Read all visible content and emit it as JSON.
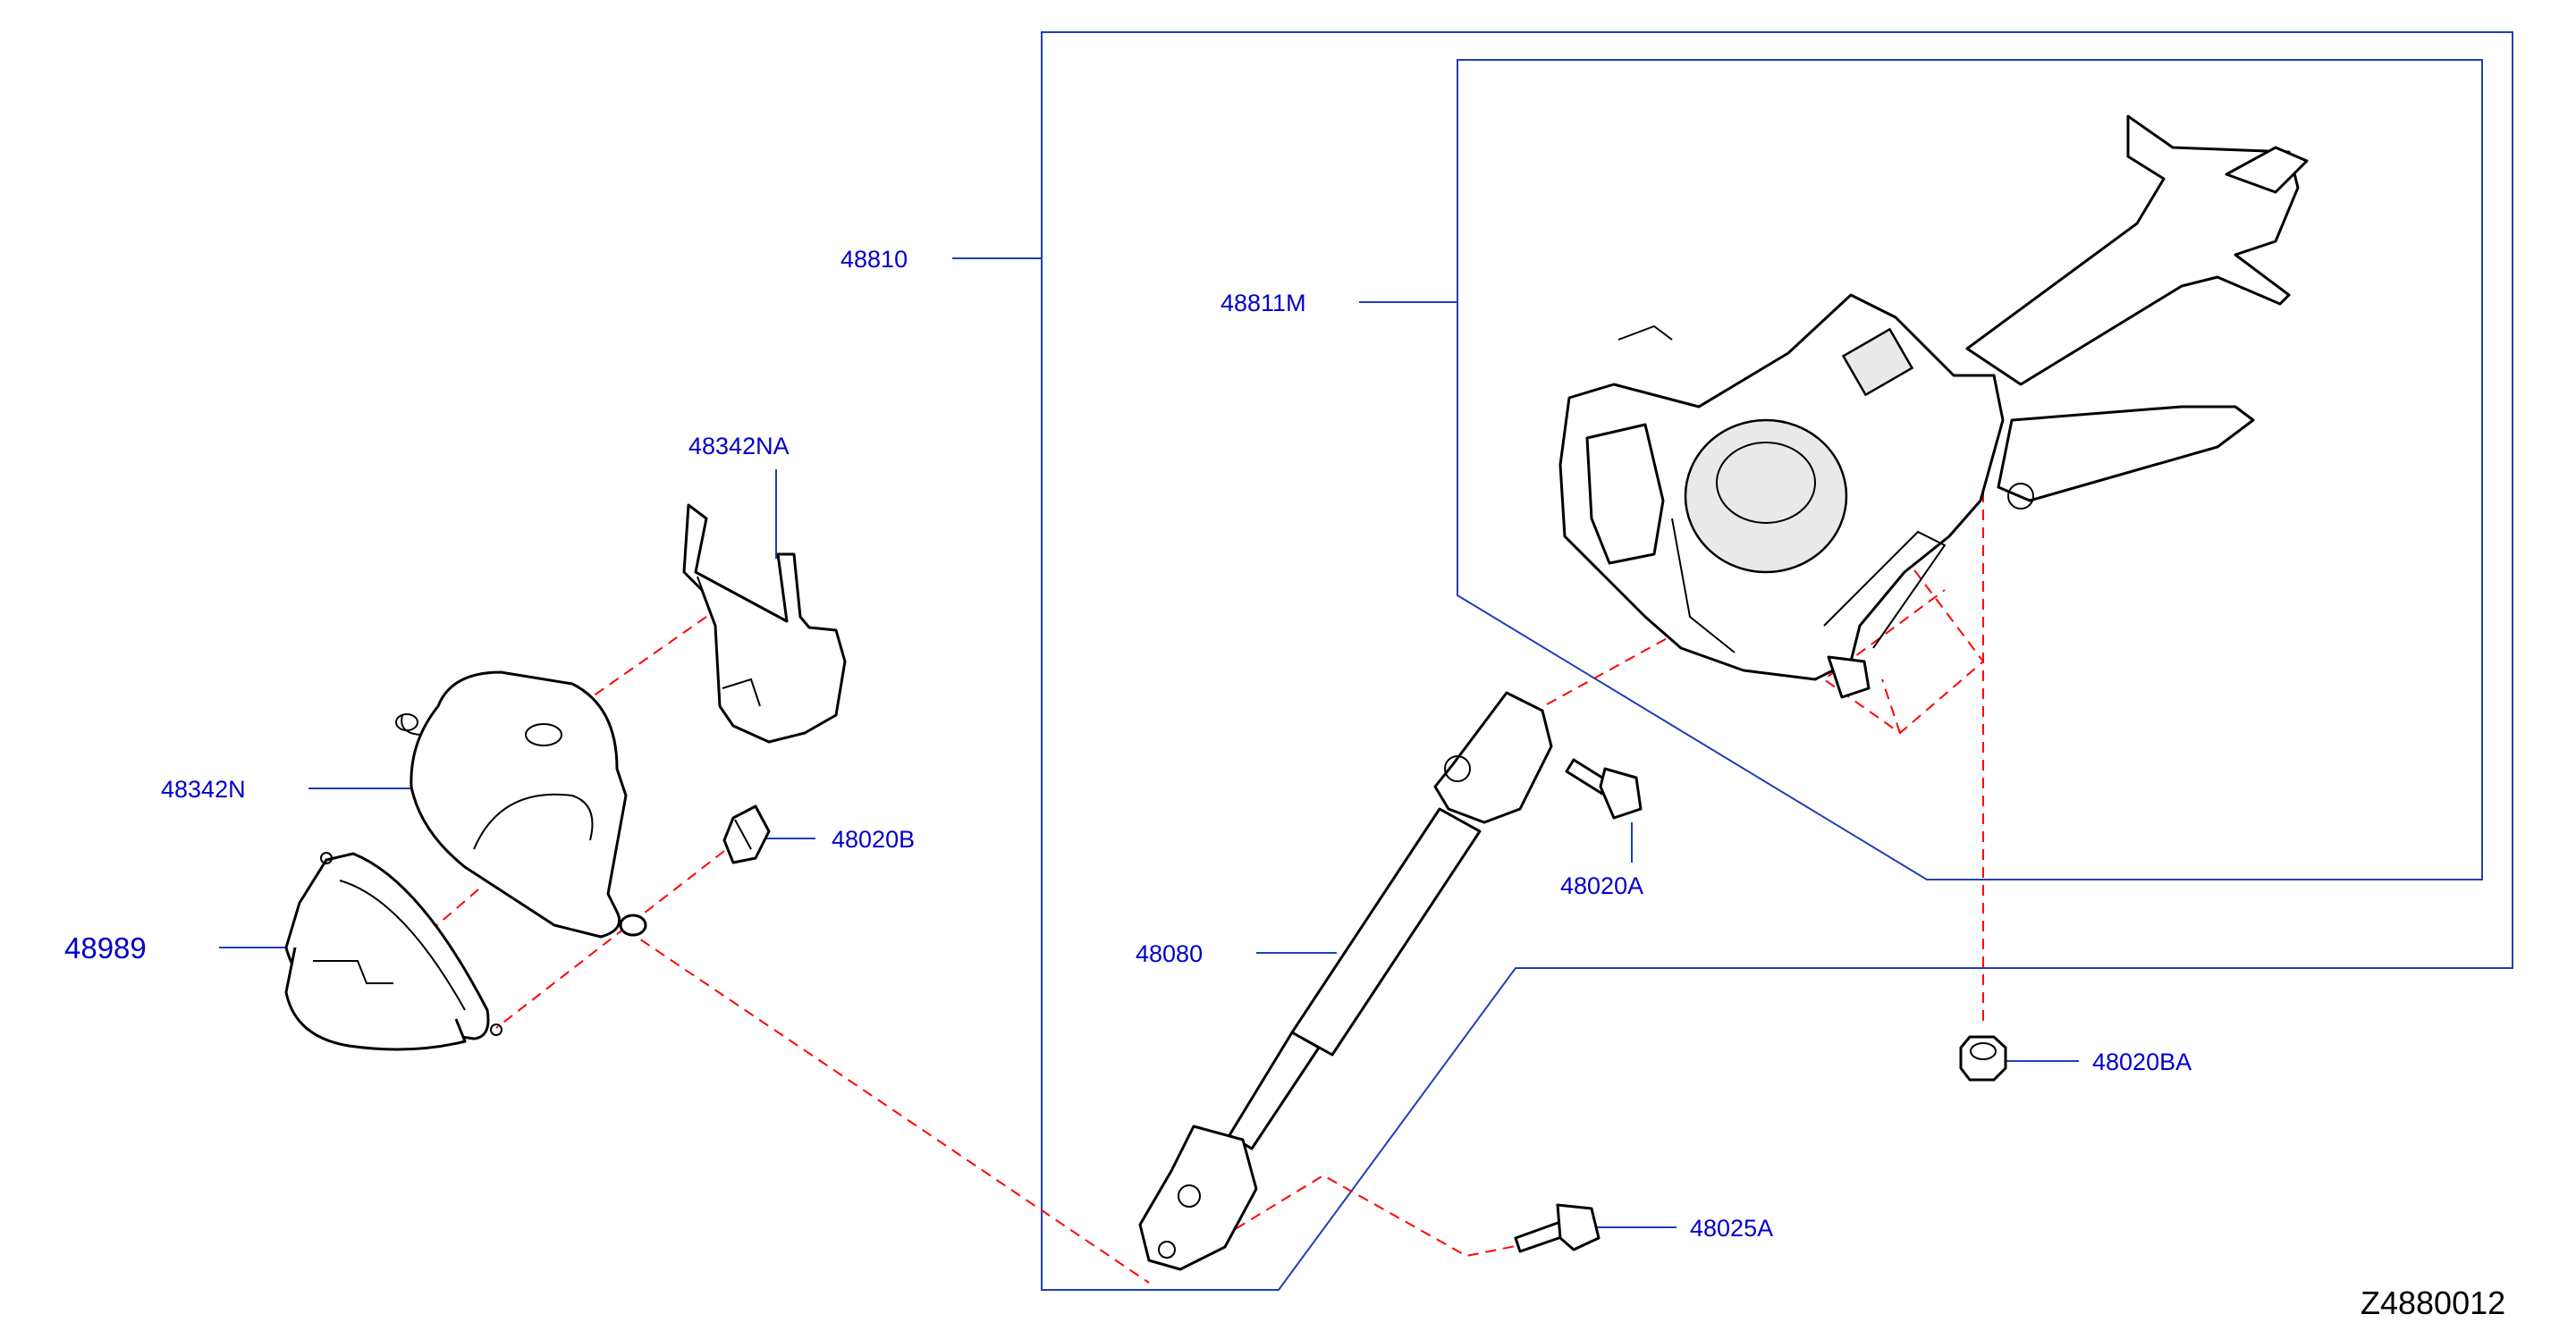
{
  "diagram": {
    "part_labels": {
      "p48810": "48810",
      "p48811m": "48811M",
      "p48342na": "48342NA",
      "p48342n": "48342N",
      "p48020b": "48020B",
      "p48989": "48989",
      "p48020a": "48020A",
      "p48080": "48080",
      "p48020ba": "48020BA",
      "p48025a": "48025A"
    },
    "diagram_code": "Z4880012",
    "colors": {
      "label_text": "#0000cc",
      "leader_line": "#1f3fb5",
      "dashed_line": "#ff0000",
      "part_outline": "#000000"
    }
  }
}
